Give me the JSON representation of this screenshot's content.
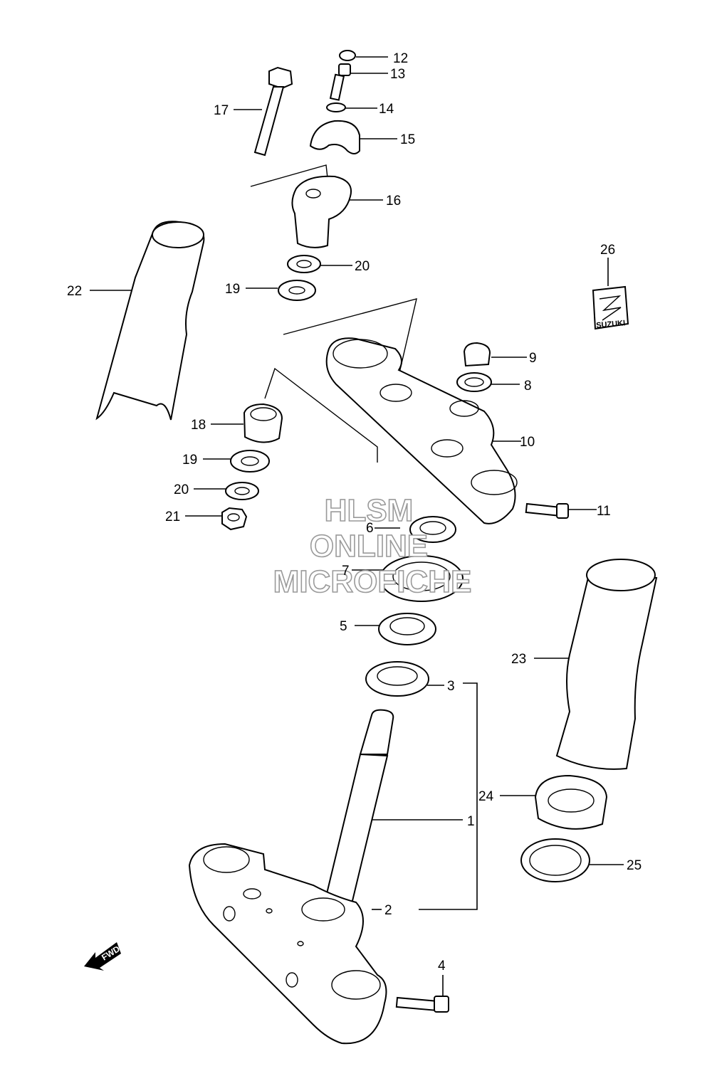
{
  "callouts": {
    "c1": "1",
    "c2": "2",
    "c3": "3",
    "c4": "4",
    "c5": "5",
    "c6": "6",
    "c7": "7",
    "c8": "8",
    "c9": "9",
    "c10": "10",
    "c11": "11",
    "c12": "12",
    "c13": "13",
    "c14": "14",
    "c15": "15",
    "c16": "16",
    "c17": "17",
    "c18": "18",
    "c19a": "19",
    "c19b": "19",
    "c20a": "20",
    "c20b": "20",
    "c21": "21",
    "c22": "22",
    "c23": "23",
    "c24": "24",
    "c25": "25",
    "c26": "26"
  },
  "watermark": {
    "line1": "HLSM",
    "line2": "ONLINE",
    "line3": "MICROFICHE"
  },
  "fwd_arrow": {
    "label": "FWD"
  },
  "logo": {
    "label": "SUZUKI"
  }
}
